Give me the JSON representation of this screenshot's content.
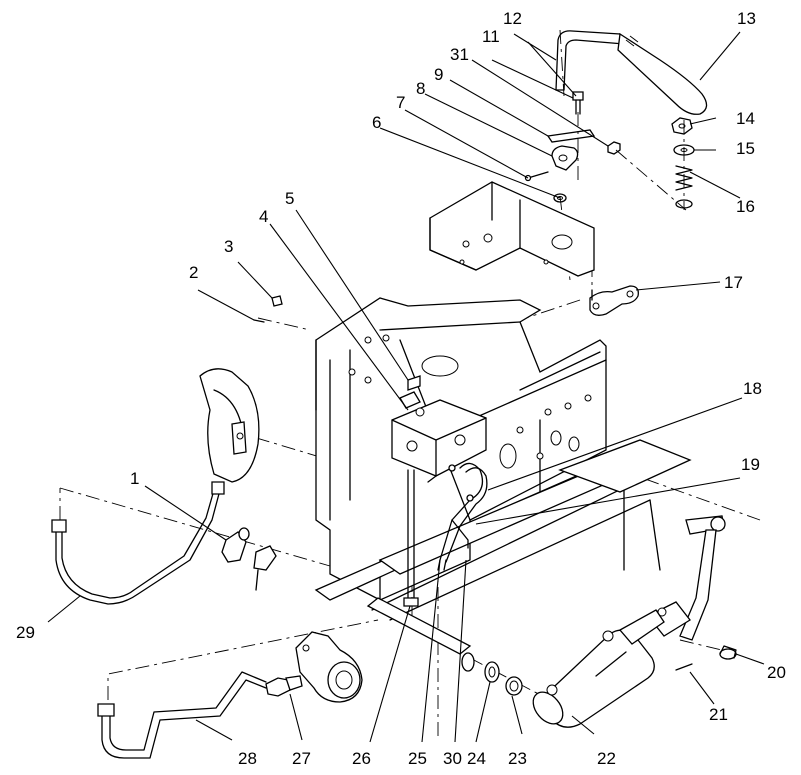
{
  "callouts": [
    "1",
    "2",
    "3",
    "4",
    "5",
    "6",
    "7",
    "8",
    "9",
    "11",
    "12",
    "13",
    "14",
    "15",
    "16",
    "17",
    "18",
    "19",
    "20",
    "21",
    "22",
    "23",
    "24",
    "25",
    "26",
    "27",
    "28",
    "29",
    "30",
    "31"
  ]
}
